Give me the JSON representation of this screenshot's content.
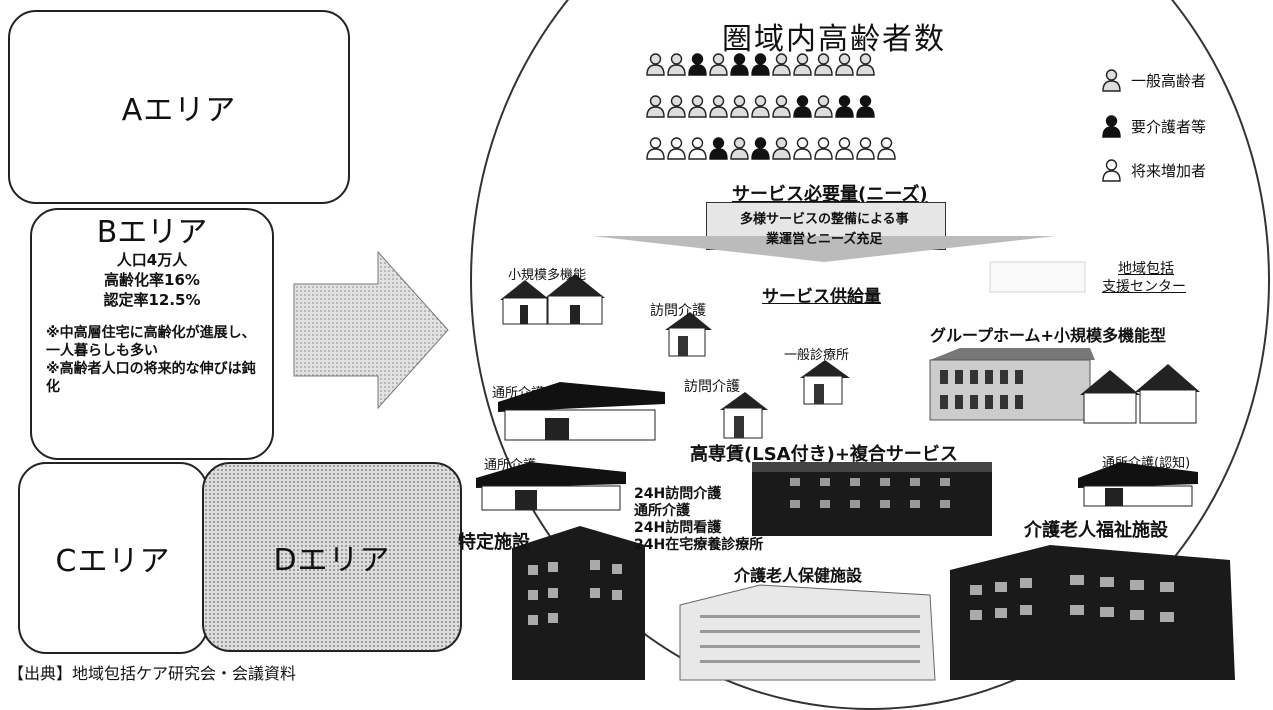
{
  "areas": {
    "a": "Aエリア",
    "b": {
      "title": "Bエリア",
      "population": "人口4万人",
      "aging_rate": "高齢化率16%",
      "certification_rate": "認定率12.5%",
      "note1": "※中高層住宅に高齢化が進展し、一人暮らしも多い",
      "note2": "※高齢者人口の将来的な伸びは鈍化"
    },
    "c": "Cエリア",
    "d": "Dエリア"
  },
  "source": "【出典】地域包括ケア研究会・会議資料",
  "diagram": {
    "heading": "圏域内高齢者数",
    "legend": {
      "general": "一般高齢者",
      "care": "要介護者等",
      "future": "将来増加者"
    },
    "person_rows": [
      [
        "g",
        "g",
        "c",
        "g",
        "c",
        "c",
        "g",
        "g",
        "g",
        "g",
        "g"
      ],
      [
        "g",
        "g",
        "g",
        "g",
        "g",
        "g",
        "g",
        "c",
        "g",
        "c",
        "c"
      ],
      [
        "f",
        "f",
        "f",
        "c",
        "g",
        "c",
        "g",
        "f",
        "f",
        "f",
        "f",
        "f"
      ]
    ],
    "demand": "サービス必要量(ニーズ)",
    "arrow_text_1": "多様サービスの整備による事",
    "arrow_text_2": "業運営とニーズ充足",
    "supply": "サービス供給量",
    "support_center_1": "地域包括",
    "support_center_2": "支援センター",
    "small_multi": "小規模多機能",
    "visit_care_1": "訪問介護",
    "visit_care_2": "訪問介護",
    "clinic": "一般診療所",
    "group_home": "グループホーム+小規模多機能型",
    "day_care_1": "通所介護",
    "day_care_2": "通所介護",
    "day_care_dementia": "通所介護(認知)",
    "lsa": "高専賃(LSA付き)+複合サービス",
    "services": [
      "24H訪問介護",
      "通所介護",
      "24H訪問看護",
      "24H在宅療養診療所"
    ],
    "specified": "特定施設",
    "elderly_welfare": "介護老人福祉施設",
    "elderly_health": "介護老人保健施設"
  }
}
